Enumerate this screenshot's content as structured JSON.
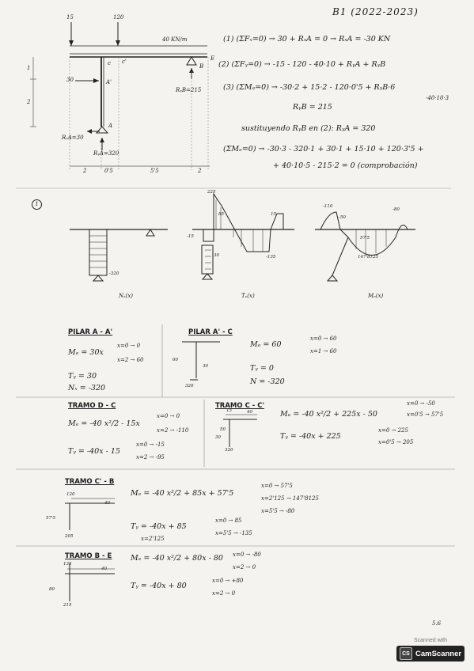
{
  "header": {
    "title": "B1 (2022-2023)"
  },
  "frame": {
    "loads": {
      "p1": "15",
      "p2": "120",
      "q": "40 KN/m"
    },
    "nodes": {
      "c": "c",
      "cp": "c'",
      "e": "E",
      "b": "B",
      "a": "A",
      "ap": "A'"
    },
    "reactions": {
      "rxa": "RₓA=30",
      "rya": "RᵧA=320",
      "ryb": "RᵧB=215"
    },
    "dims": {
      "d1": "2",
      "d2": "0'5",
      "d3": "5'5",
      "d4": "2",
      "h1": "1",
      "h2": "2"
    },
    "arrow_30": "30"
  },
  "equations": {
    "e1": "(1) (ΣFₓ=0) → 30 + RₓA = 0 → RₓA = -30 KN",
    "e2": "(2) (ΣFᵧ=0) → -15 - 120 - 40·10 + RᵧA + RᵧB",
    "e3": "(3) (ΣMₐ=0) → -30·2 + 15·2 - 120·0'5 + RᵧB·6",
    "e3b": "-40·10·3",
    "e4": "RᵧB = 215",
    "e5": "sustituyendo  RᵧB  en  (2):  RᵧA = 320",
    "e6": "(ΣMₑ=0) → -30·3 - 320·1 + 30·1 + 15·10 + 120·3'5 +",
    "e7": "+ 40·10·5 - 215·2 = 0  (comprobación)"
  },
  "diagrams": {
    "circle_label": "1",
    "nx_label": "Nₓ(x)",
    "ty_label": "Tᵧ(x)",
    "mz_label": "Mₑ(x)",
    "nx_val": "-320",
    "ty_vals": [
      "225",
      "85",
      "-15",
      "30",
      "-135",
      "15"
    ],
    "mz_vals": [
      "-110",
      "-50",
      "-80",
      "57'5",
      "147'8125"
    ]
  },
  "sections": {
    "pilar_aa": {
      "title": "PILAR A - A'",
      "mz": "Mₑ = 30x",
      "mz_c1": "x=0 → 0",
      "mz_c2": "x=2 → 60",
      "ty": "Tᵧ = 30",
      "nx": "Nₓ = -320"
    },
    "pilar_ac": {
      "title": "PILAR A' - C",
      "mz": "Mₑ = 60",
      "mz_c1": "x=0 → 60",
      "mz_c2": "x=1 → 60",
      "ty": "Tᵧ = 0",
      "nx": "N = -320",
      "sk1": "60",
      "sk2": "30",
      "sk3": "320"
    },
    "tramo_dc": {
      "title": "TRAMO D - C",
      "mz": "Mₑ = -40 x²/2 - 15x",
      "mz_c1": "x=0 → 0",
      "mz_c2": "x=2 → -110",
      "ty": "Tᵧ = -40x - 15",
      "ty_c1": "x=0 → -15",
      "ty_c2": "x=2 → -95"
    },
    "tramo_cc": {
      "title": "TRAMO C - C'",
      "mz": "Mₑ = -40 x²/2 + 225x - 50",
      "mz_c1": "x=0 → -50",
      "mz_c2": "x=0'5 → 57'5",
      "ty": "Tᵧ = -40x + 225",
      "ty_c1": "x=0 → 225",
      "ty_c2": "x=0'5 → 205",
      "sk1": "15",
      "sk2": "40",
      "sk3": "50",
      "sk4": "30",
      "sk5": "320"
    },
    "tramo_cb": {
      "title": "TRAMO C' - B",
      "mz": "Mₑ = -40 x²/2 + 85x + 57'5",
      "mz_c1": "x=0 → 57'5",
      "mz_c2": "x=2'125 → 147'8125",
      "mz_c3": "x=5'5 → -80",
      "ty": "Tᵧ = -40x + 85",
      "ty_c1": "x=0 → 85",
      "ty_c2": "x=5'5 → -135",
      "ty_note": "x=2'125",
      "sk1": "120",
      "sk2": "40",
      "sk3": "57'5",
      "sk4": "205"
    },
    "tramo_be": {
      "title": "TRAMO B - E",
      "mz": "Mₑ = -40 x²/2 + 80x - 80",
      "mz_c1": "x=0 → -80",
      "mz_c2": "x=2 → 0",
      "ty": "Tᵧ = -40x + 80",
      "ty_c1": "x=0 → +80",
      "ty_c2": "x=2 → 0",
      "sk1": "135",
      "sk2": "40",
      "sk3": "80",
      "sk4": "215"
    }
  },
  "page_number": "5.6",
  "footer": {
    "scanned_with": "Scanned with",
    "brand": "CamScanner"
  }
}
